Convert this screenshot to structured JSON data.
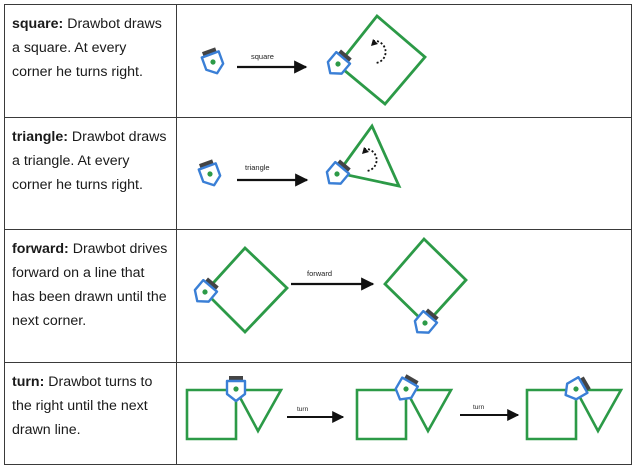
{
  "rows": [
    {
      "keyword": "square:",
      "description": " Drawbot draws a square. At every corner he turns right.",
      "arrow_label": "square"
    },
    {
      "keyword": "triangle:",
      "description": " Drawbot draws a triangle. At every corner he turns right.",
      "arrow_label": "triangle"
    },
    {
      "keyword": "forward:",
      "description": " Drawbot drives forward on a line that has been drawn until the next corner.",
      "arrow_label": "forward"
    },
    {
      "keyword": "turn:",
      "description": " Drawbot turns to the right until the next drawn line.",
      "arrow_label_1": "turn",
      "arrow_label_2": "turn"
    }
  ],
  "colors": {
    "line_green": "#2c9a47",
    "robot_body": "#ffffff",
    "robot_outline": "#3a7fd6",
    "robot_dot": "#2c9a47",
    "wheel": "#444444",
    "arrow": "#111111",
    "border": "#3a3a3a"
  },
  "icons": [
    "drawbot-robot-icon",
    "arrow-right-icon",
    "rotate-right-dotted-icon"
  ]
}
